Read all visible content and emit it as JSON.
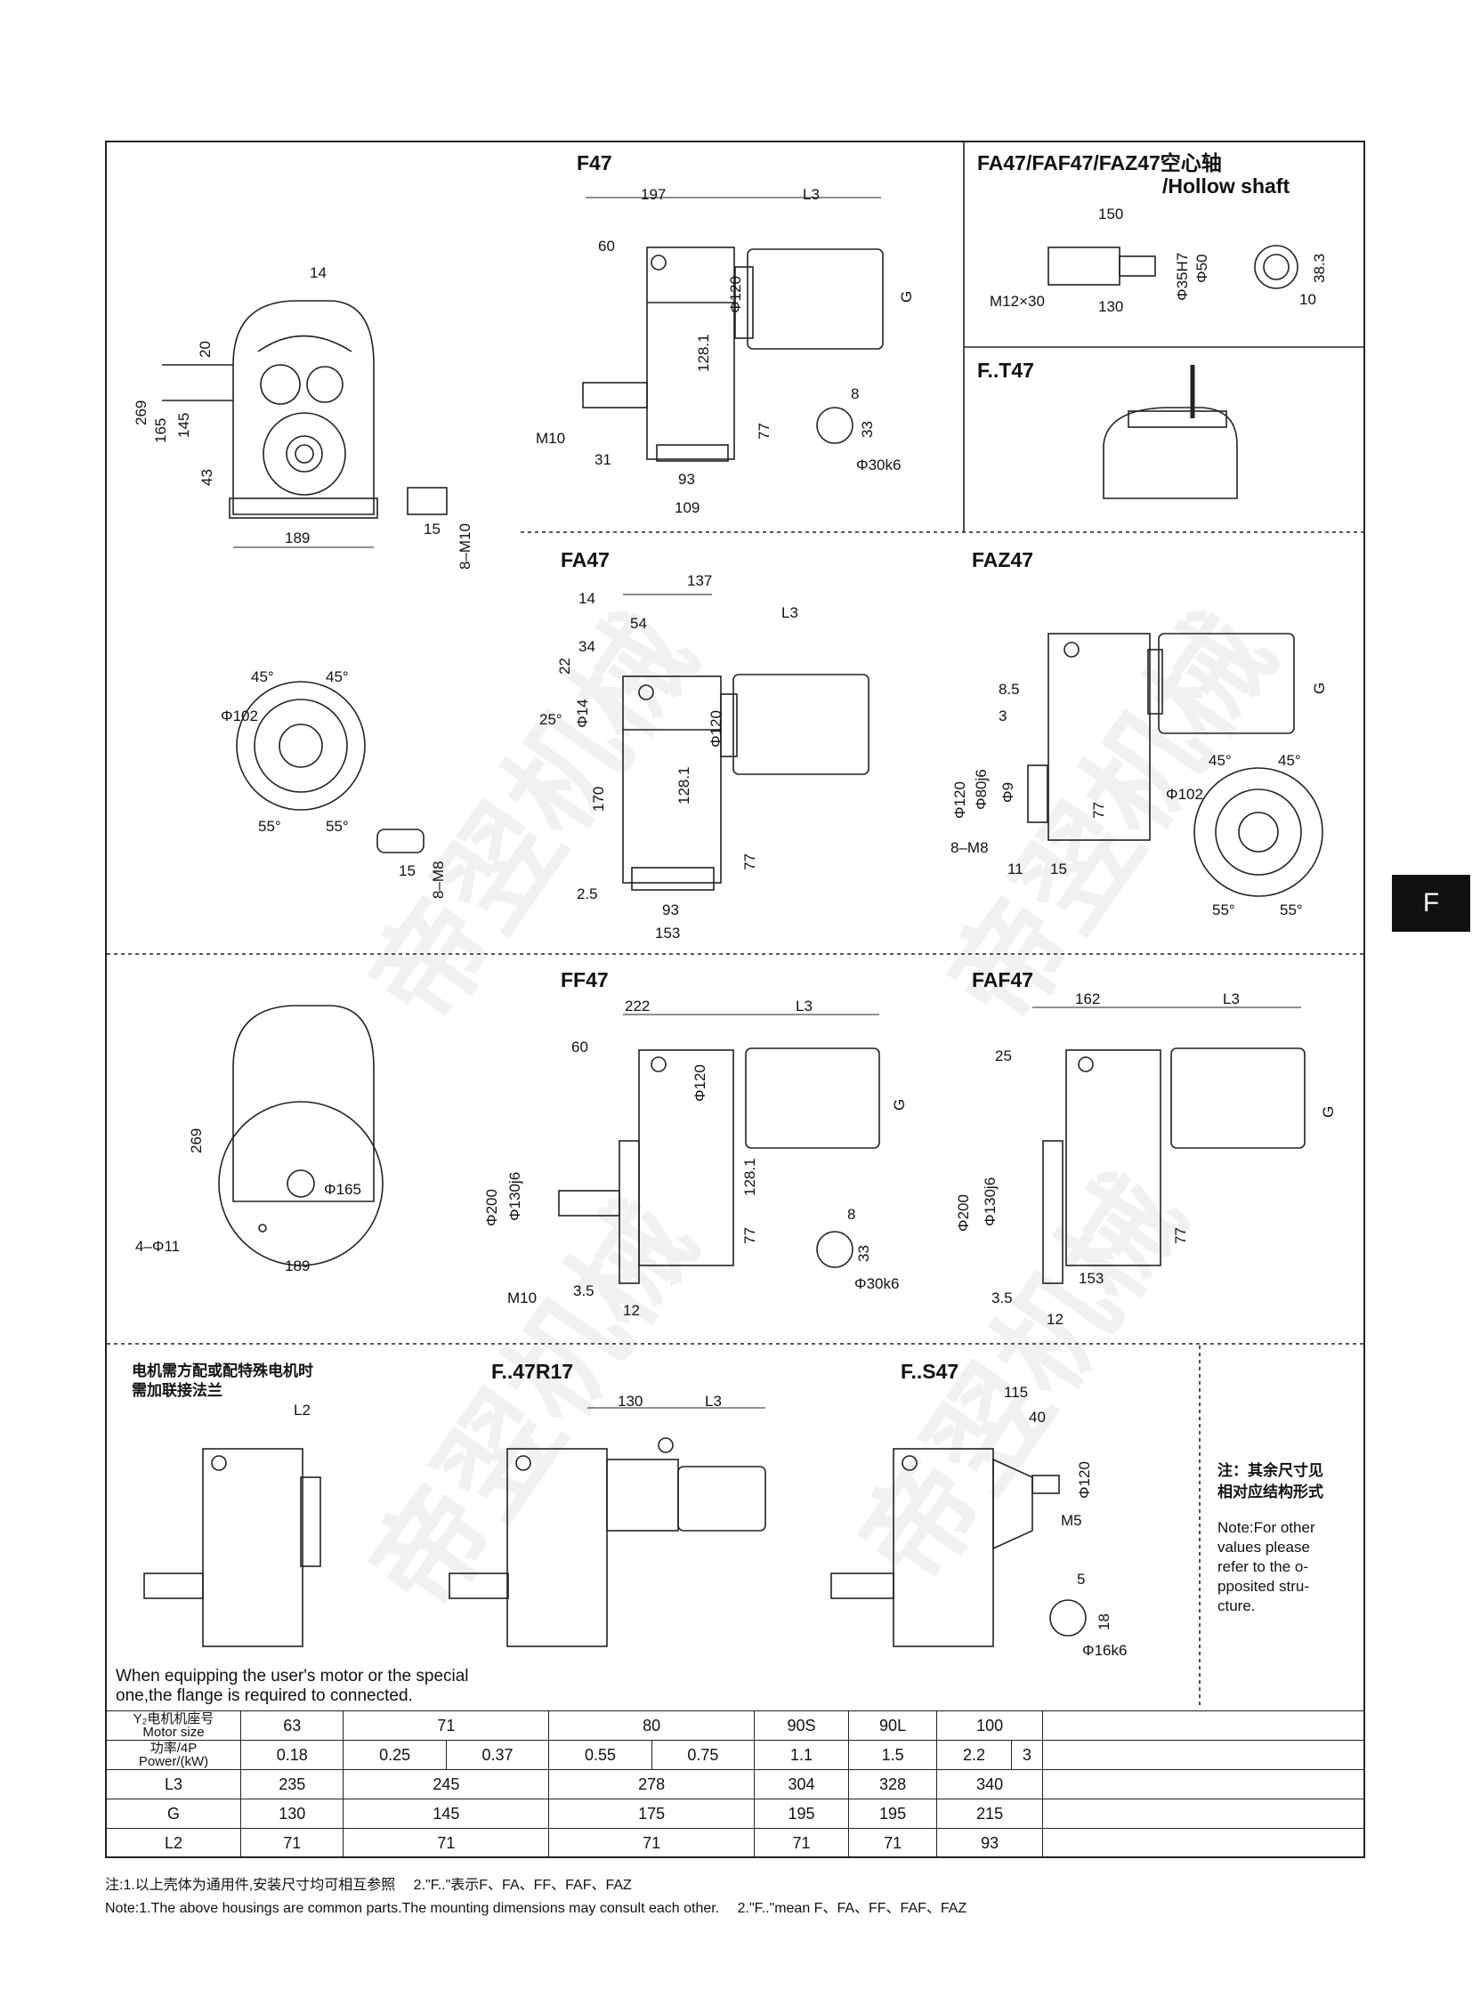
{
  "titles": {
    "f47": "F47",
    "hollow_line1": "FA47/FAF47/FAZ47空心轴",
    "hollow_line2": "/Hollow shaft",
    "ft47": "F..T47",
    "fa47": "FA47",
    "faz47": "FAZ47",
    "ff47": "FF47",
    "faf47": "FAF47",
    "fr47": "F..47R17",
    "fs47": "F..S47"
  },
  "side_tab": "F",
  "dims": {
    "d14": "14",
    "d20": "20",
    "d269": "269",
    "d165": "165",
    "d145": "145",
    "d43": "43",
    "d189": "189",
    "d15": "15",
    "dM10": "8–M10",
    "f197": "197",
    "fL3": "L3",
    "f60": "60",
    "f120": "Φ120",
    "f128": "128.1",
    "fG": "G",
    "fM10": "M10",
    "f31": "31",
    "f93": "93",
    "f109": "109",
    "f77": "77",
    "f8": "8",
    "f33": "33",
    "f30k6": "Φ30k6",
    "h150": "150",
    "h130": "130",
    "hM12": "M12×30",
    "h35": "Φ35H7",
    "h50": "Φ50",
    "h38": "38.3",
    "h10": "10",
    "a14": "14",
    "a137": "137",
    "a54": "54",
    "a34": "34",
    "a22": "22",
    "a25": "25°",
    "a14b": "Φ14",
    "aL3": "L3",
    "a120": "Φ120",
    "a170": "170",
    "a128": "128.1",
    "a77": "77",
    "a25b": "2.5",
    "a93": "93",
    "a153": "153",
    "c45a": "45°",
    "c45b": "45°",
    "c102": "Φ102",
    "c55a": "55°",
    "c55b": "55°",
    "c15": "15",
    "cM8": "8–M8",
    "z85": "8.5",
    "z3": "3",
    "zG": "G",
    "z120": "Φ120",
    "z80": "Φ80j6",
    "z9": "Φ9",
    "zM8": "8–M8",
    "z77": "77",
    "z11": "11",
    "z15": "15",
    "z45a": "45°",
    "z45b": "45°",
    "z102": "Φ102",
    "z55a": "55°",
    "z55b": "55°",
    "e269": "269",
    "e165": "Φ165",
    "e411": "4–Φ11",
    "e189": "189",
    "g222": "222",
    "gL3": "L3",
    "g60": "60",
    "g120": "Φ120",
    "gG": "G",
    "g200": "Φ200",
    "g130": "Φ130j6",
    "g128": "128.1",
    "g77": "77",
    "gM10": "M10",
    "g35": "3.5",
    "g12": "12",
    "g8": "8",
    "g33": "33",
    "g30k6": "Φ30k6",
    "k162": "162",
    "kL3": "L3",
    "k25": "25",
    "kG": "G",
    "k200": "Φ200",
    "k130": "Φ130j6",
    "k153": "153",
    "k77": "77",
    "k35": "3.5",
    "k12": "12",
    "rL2": "L2",
    "r130": "130",
    "rL3": "L3",
    "s115": "115",
    "s40": "40",
    "s120": "Φ120",
    "sM5": "M5",
    "s5": "5",
    "s18": "18",
    "s16k6": "Φ16k6"
  },
  "motor_note_cn": [
    "电机需方配或配特殊电机时",
    "需加联接法兰"
  ],
  "motor_note_en": [
    "When equipping the user's motor or the special",
    "one,the flange is required to connected."
  ],
  "other_note_cn": [
    "注：其余尺寸见",
    "相对应结构形式"
  ],
  "other_note_en": [
    "Note:For other",
    "values please",
    "refer to the o-",
    "pposited stru-",
    "cture."
  ],
  "table": {
    "h_motor": [
      "Y₂电机机座号",
      "Motor size"
    ],
    "h_power": [
      "功率/4P",
      "Power/(kW)"
    ],
    "h_l3": "L3",
    "h_g": "G",
    "h_l2": "L2",
    "motor_sizes": [
      "63",
      "71",
      "80",
      "90S",
      "90L",
      "100"
    ],
    "power": [
      "0.18",
      "0.25",
      "0.37",
      "0.55",
      "0.75",
      "1.1",
      "1.5",
      "2.2",
      "3"
    ],
    "l3": [
      "235",
      "245",
      "278",
      "304",
      "328",
      "340"
    ],
    "g": [
      "130",
      "145",
      "175",
      "195",
      "195",
      "215"
    ],
    "l2": [
      "71",
      "71",
      "71",
      "71",
      "71",
      "93"
    ]
  },
  "footnote_cn": "注:1.以上壳体为通用件,安装尺寸均可相互参照　 2.\"F..\"表示F、FA、FF、FAF、FAZ",
  "footnote_en": "Note:1.The above housings are common parts.The mounting dimensions may consult each other.　 2.\"F..\"mean F、FA、FF、FAF、FAZ",
  "watermark": [
    "帝翌机械",
    "帝翌机械",
    "帝翌机械",
    "帝翌机械"
  ]
}
